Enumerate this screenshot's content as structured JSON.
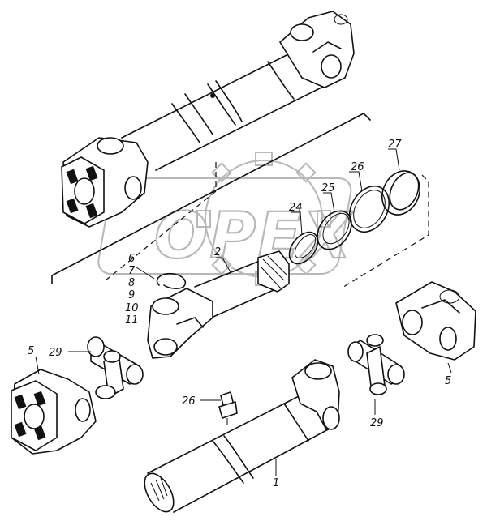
{
  "watermark": {
    "text": "OPEX"
  },
  "callouts": [
    {
      "id": "27",
      "label": "27"
    },
    {
      "id": "26a",
      "label": "26"
    },
    {
      "id": "25",
      "label": "25"
    },
    {
      "id": "24",
      "label": "24"
    },
    {
      "id": "2",
      "label": "2"
    },
    {
      "id": "6",
      "label": "6"
    },
    {
      "id": "7",
      "label": "7"
    },
    {
      "id": "8",
      "label": "8"
    },
    {
      "id": "9",
      "label": "9"
    },
    {
      "id": "10",
      "label": "10"
    },
    {
      "id": "11",
      "label": "11"
    },
    {
      "id": "5a",
      "label": "5"
    },
    {
      "id": "29a",
      "label": "29"
    },
    {
      "id": "26b",
      "label": "26"
    },
    {
      "id": "5b",
      "label": "5"
    },
    {
      "id": "29b",
      "label": "29"
    },
    {
      "id": "1",
      "label": "1"
    }
  ]
}
